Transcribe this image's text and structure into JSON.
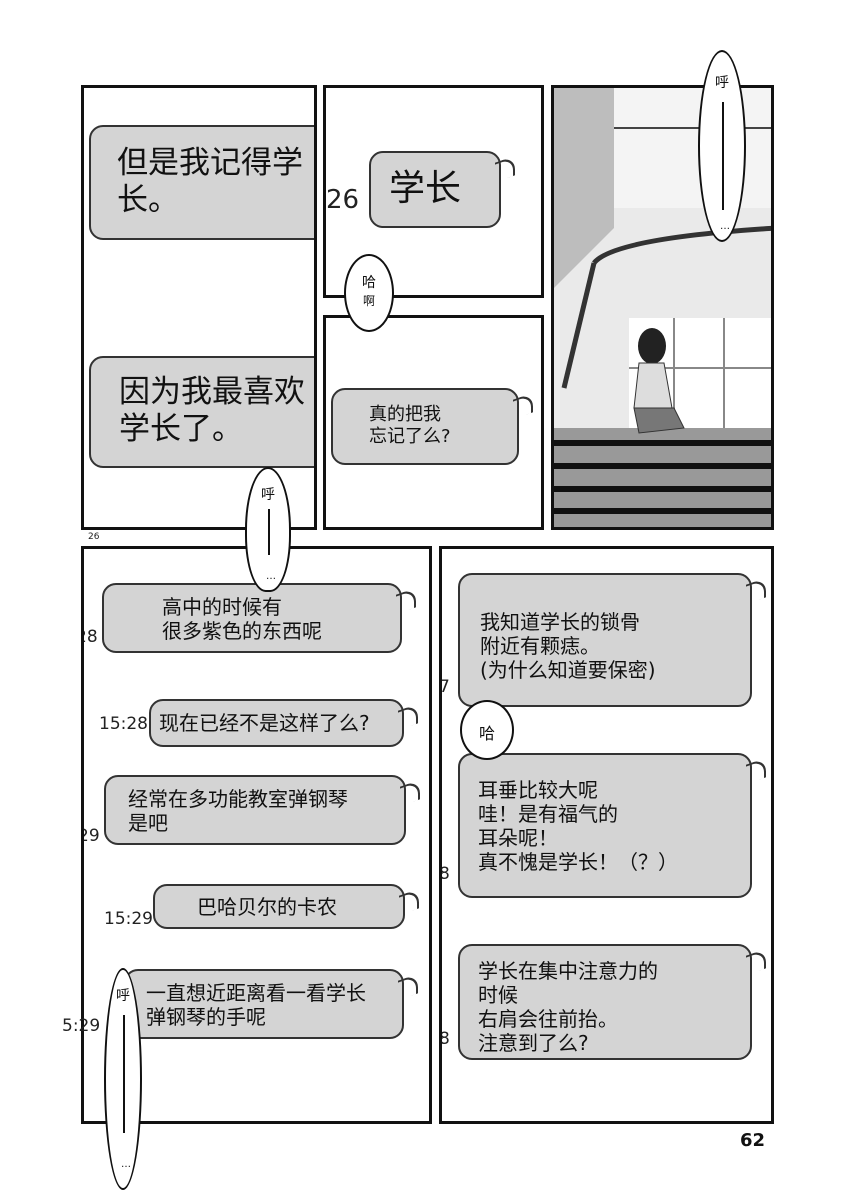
{
  "page_number": "62",
  "margin_number": "26",
  "panel1": {
    "bubbles": [
      "但是我记得学长。",
      "因为我最喜欢学长了。"
    ],
    "bubble1_lines": [
      "但是我记得学",
      "长。"
    ],
    "bubble2_lines": [
      "因为我最喜欢",
      "学长了。"
    ]
  },
  "panel2": {
    "timestamp": "26",
    "bubble": "学长"
  },
  "sfx": {
    "haa": [
      "哈",
      "啊"
    ],
    "fu_top": "呼",
    "fu_mid": "呼",
    "fu_bottom": "呼",
    "ha": "哈",
    "dots": "…"
  },
  "panel3": {
    "bubble_lines": [
      "真的把我",
      "忘记了么?"
    ]
  },
  "panel5": {
    "messages": [
      {
        "lines": [
          "高中的时候有",
          "很多紫色的东西呢"
        ],
        "time": "28"
      },
      {
        "lines": [
          "现在已经不是这样了么?"
        ],
        "time": "15:28"
      },
      {
        "lines": [
          "经常在多功能教室弹钢琴",
          "是吧"
        ],
        "time": "29"
      },
      {
        "lines": [
          "巴哈贝尔的卡农"
        ],
        "time": "15:29"
      },
      {
        "lines": [
          "一直想近距离看一看学长",
          "弹钢琴的手呢"
        ],
        "time": "5:29"
      }
    ]
  },
  "panel6": {
    "messages": [
      {
        "lines": [
          "我知道学长的锁骨",
          "附近有颗痣。",
          "(为什么知道要保密)"
        ],
        "time": "7"
      },
      {
        "lines": [
          "耳垂比较大呢",
          "哇！是有福气的",
          "耳朵呢！",
          "真不愧是学长！（？）"
        ],
        "time": "8"
      },
      {
        "lines": [
          "学长在集中注意力的",
          "时候",
          "右肩会往前抬。",
          "注意到了么?"
        ],
        "time": "8"
      }
    ]
  }
}
